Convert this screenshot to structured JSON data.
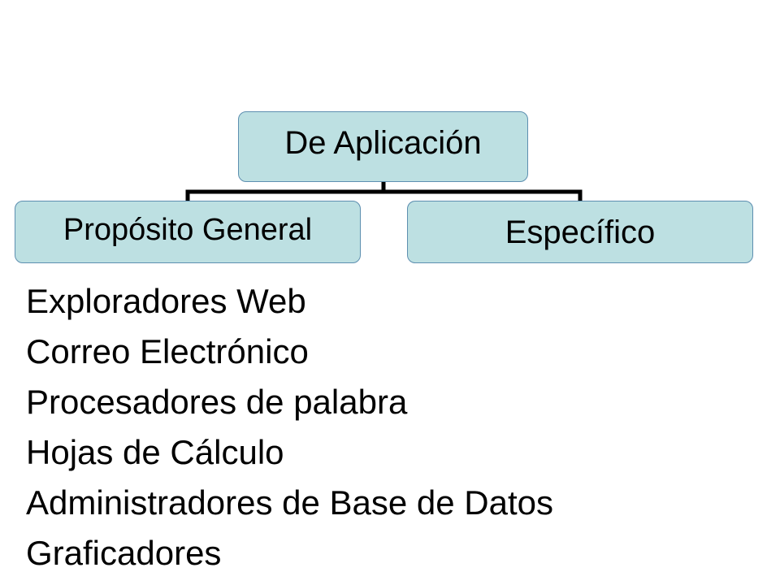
{
  "colors": {
    "node_fill": "#bde0e2",
    "node_border": "#5d8fb0",
    "connector": "#000000",
    "text": "#000000",
    "background": "#ffffff"
  },
  "diagram": {
    "root": {
      "label": "De Aplicación"
    },
    "children": [
      {
        "label": "Propósito General"
      },
      {
        "label": "Específico"
      }
    ]
  },
  "examples": {
    "items": [
      "Exploradores Web",
      "Correo Electrónico",
      "Procesadores de palabra",
      "Hojas de Cálculo",
      "Administradores de Base de Datos",
      "Graficadores"
    ]
  }
}
